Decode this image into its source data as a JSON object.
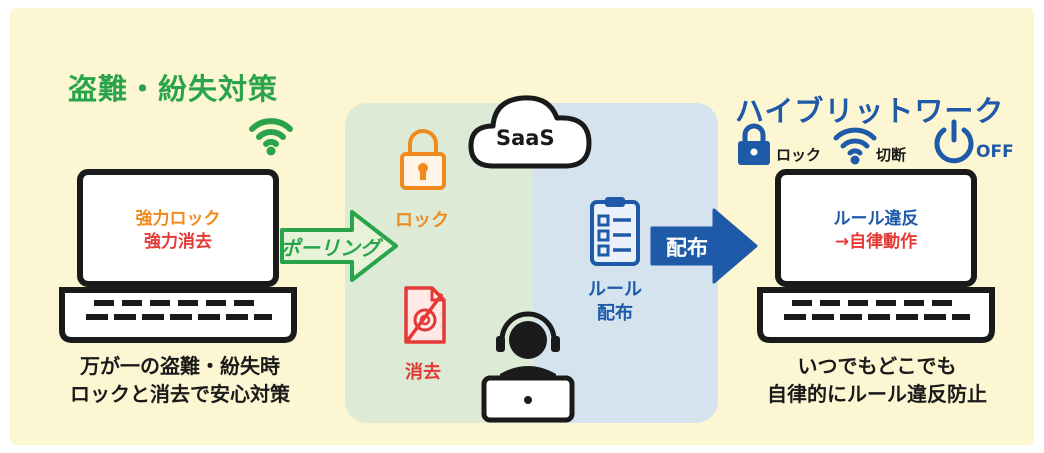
{
  "left_section": {
    "title": "盗難・紛失対策",
    "screen_line1": "強力ロック",
    "screen_line2": "強力消去",
    "caption_line1": "万が一の盗難・紛失時",
    "caption_line2": "ロックと消去で安心対策"
  },
  "polling_arrow": {
    "label": "ポーリング"
  },
  "middle": {
    "cloud_label": "SaaS",
    "lock_label": "ロック",
    "erase_label": "消去",
    "rule_label_line1": "ルール",
    "rule_label_line2": "配布"
  },
  "distribute_arrow": {
    "label": "配布"
  },
  "right_section": {
    "title": "ハイブリットワーク",
    "lock_label": "ロック",
    "cut_label": "切断",
    "off_label": "OFF",
    "screen_line1": "ルール違反",
    "screen_line2": "→自律動作",
    "caption_line1": "いつでもどこでも",
    "caption_line2": "自律的にルール違反防止"
  },
  "colors": {
    "green": "#2aa44a",
    "blue": "#1e5aa8",
    "orange": "#f08a1c",
    "red": "#e53935",
    "dark": "#1a1a1a"
  }
}
